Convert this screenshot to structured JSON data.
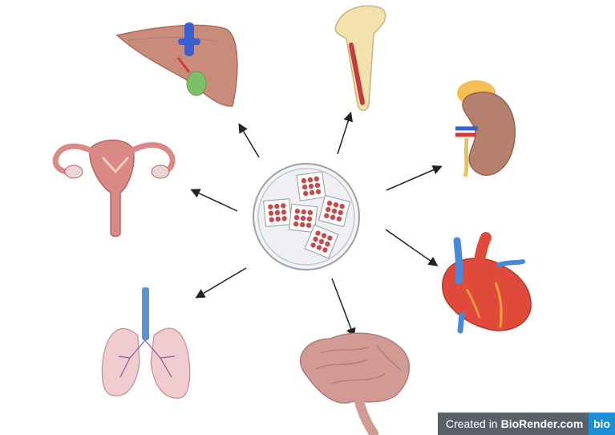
{
  "diagram": {
    "center": {
      "name": "petri-dish-organoids"
    },
    "organs": [
      {
        "name": "liver"
      },
      {
        "name": "bone"
      },
      {
        "name": "kidney"
      },
      {
        "name": "heart"
      },
      {
        "name": "brain"
      },
      {
        "name": "lungs"
      },
      {
        "name": "uterus"
      }
    ]
  },
  "watermark": {
    "prefix": "Created in",
    "brand": "BioRender.com",
    "badge": "bio"
  },
  "colors": {
    "organ_tissue": "#c98b7a",
    "vessel_blue": "#3b6fd9",
    "vessel_red": "#d23a3a",
    "arrow": "#222222",
    "badge_bg": "#5a6068",
    "badge_accent": "#1a8fd6"
  }
}
